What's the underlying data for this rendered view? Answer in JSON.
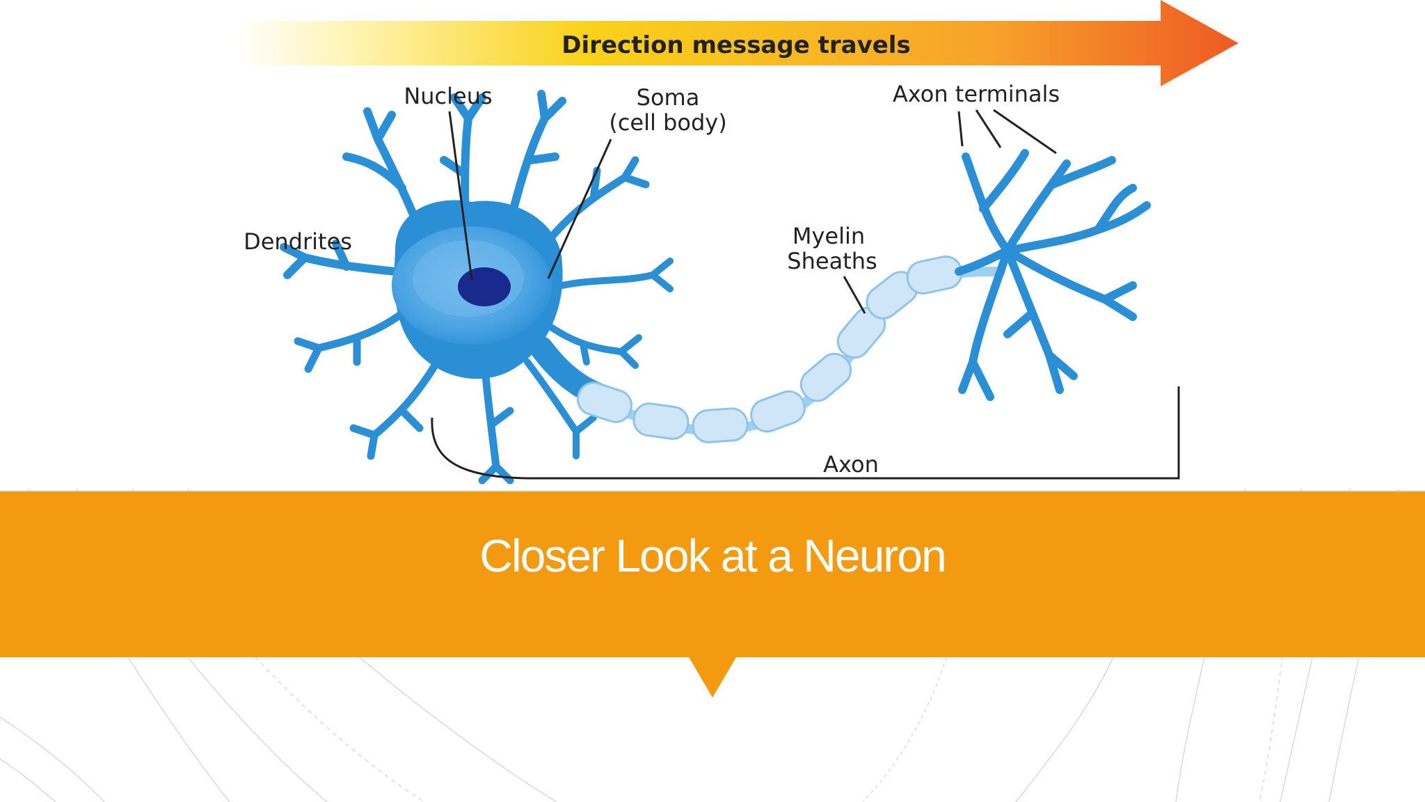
{
  "slide": {
    "title": "Closer Look at a Neuron"
  },
  "diagram": {
    "direction_label": "Direction message travels",
    "labels": {
      "nucleus": "Nucleus",
      "soma_line1": "Soma",
      "soma_line2": "(cell body)",
      "axon_terminals": "Axon terminals",
      "dendrites": "Dendrites",
      "myelin_line1": "Myelin",
      "myelin_line2": "Sheaths",
      "axon": "Axon"
    }
  },
  "colors": {
    "title_band": "#f39a11",
    "neuron_blue": "#2b8fd6",
    "soma_light": "#5fb0e8",
    "nucleus": "#1a2a8c",
    "myelin": "#c9e2f6",
    "arrow_start": "#fff6c0",
    "arrow_mid": "#f9d21a",
    "arrow_end": "#ee5a24"
  }
}
